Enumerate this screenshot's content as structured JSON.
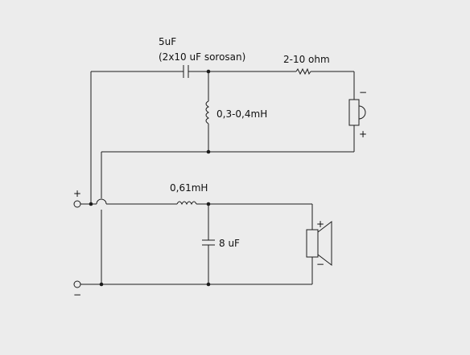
{
  "labels": {
    "c_top": "5uF",
    "c_top_note": "(2x10 uF sorosan)",
    "resistor": "2-10 ohm",
    "l_top": "0,3-0,4mH",
    "l_bottom": "0,61mH",
    "c_bottom": "8 uF"
  },
  "polarity": {
    "input_plus": "+",
    "input_minus": "−",
    "tweeter_top": "−",
    "tweeter_bottom": "+",
    "woofer_top": "+",
    "woofer_bottom": "−"
  },
  "colors": {
    "background": "#ececec",
    "wire": "#1c1c1c"
  }
}
